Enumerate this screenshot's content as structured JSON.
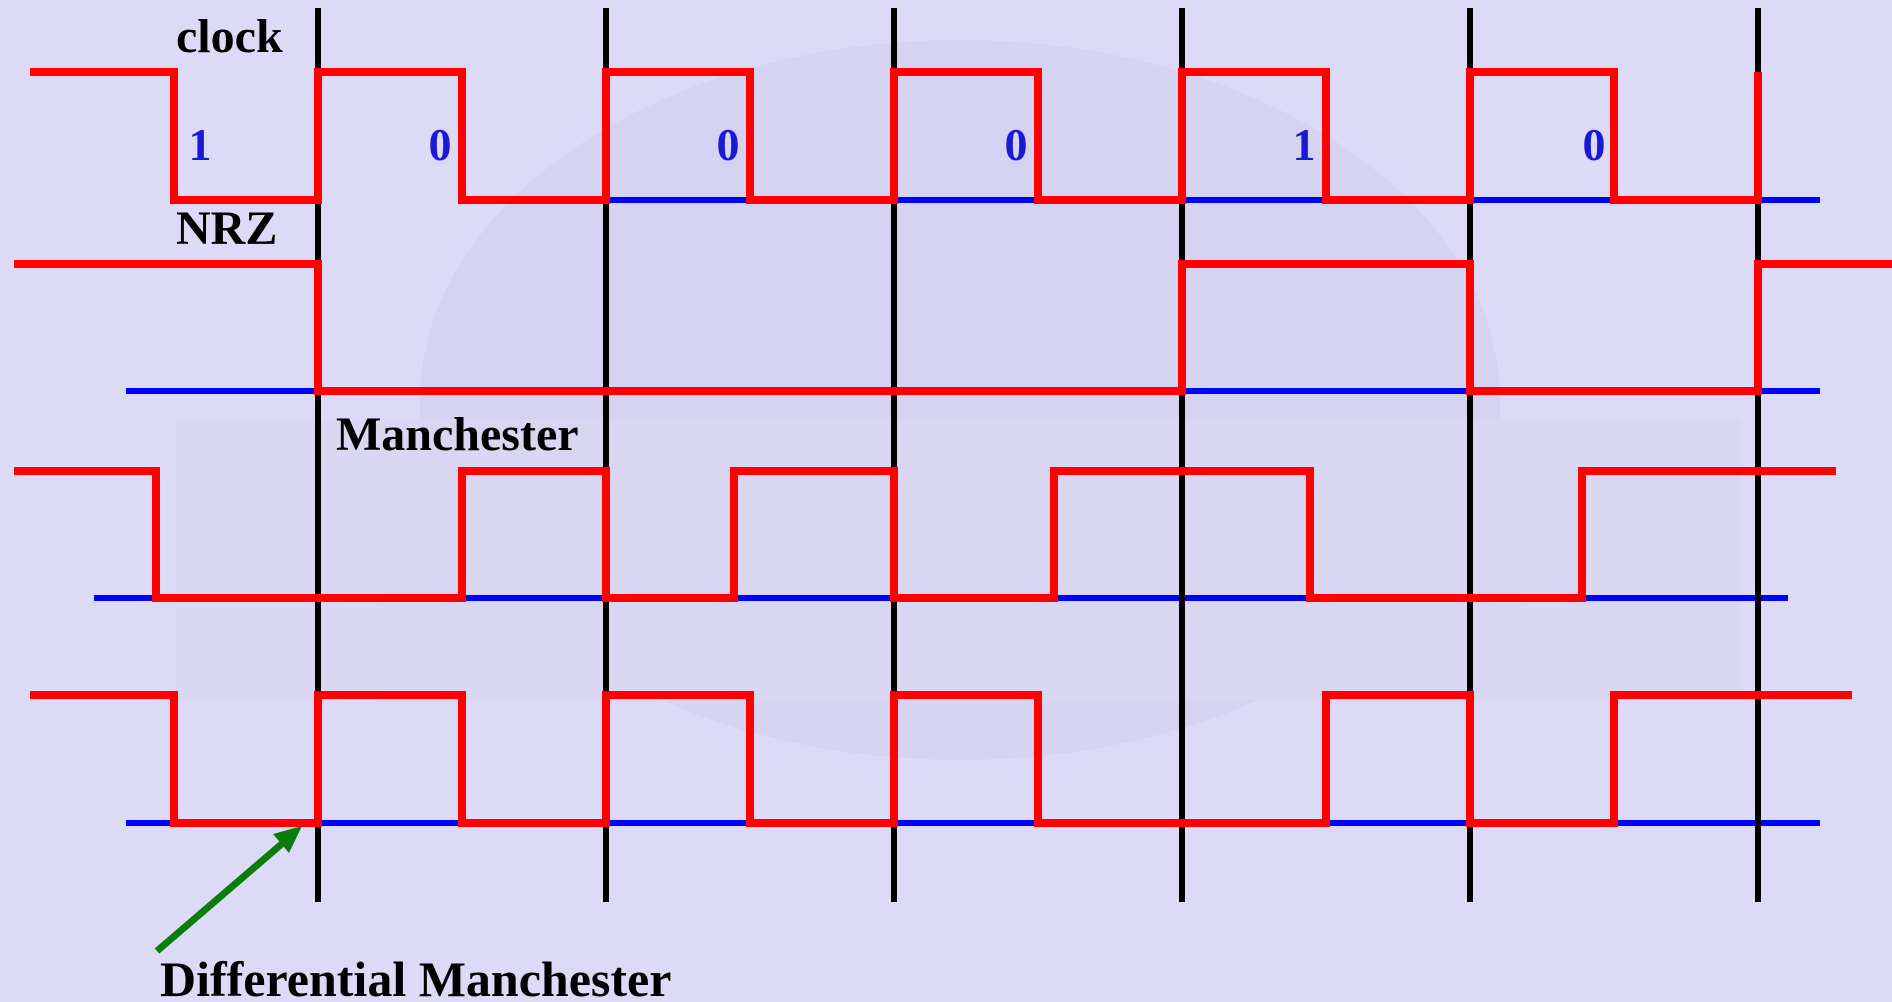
{
  "labels": {
    "clock": "clock",
    "nrz": "NRZ",
    "manchester": "Manchester",
    "differential_manchester": "Differential Manchester"
  },
  "bits": [
    "1",
    "0",
    "0",
    "0",
    "1",
    "0"
  ],
  "colors": {
    "background": "#dcdaf6",
    "signal": "#ff0000",
    "baseline": "#0000ff",
    "clock_boundary": "#000000",
    "arrow": "#0a7d0a",
    "bit_text": "#1a1ad6"
  },
  "signals": {
    "clock_levels": [
      1,
      0,
      1,
      0,
      1,
      0,
      1,
      0,
      1,
      0,
      1,
      0,
      1
    ],
    "nrz_levels": [
      1,
      1,
      0,
      0,
      0,
      0,
      0,
      0,
      1,
      1,
      0,
      0,
      1,
      1
    ],
    "manchester_levels": [
      1,
      0,
      0,
      1,
      0,
      1,
      0,
      1,
      1,
      0,
      0,
      1,
      1
    ],
    "differential_manchester_levels": [
      1,
      0,
      1,
      0,
      1,
      0,
      1,
      0,
      0,
      1,
      0,
      1,
      1
    ]
  }
}
